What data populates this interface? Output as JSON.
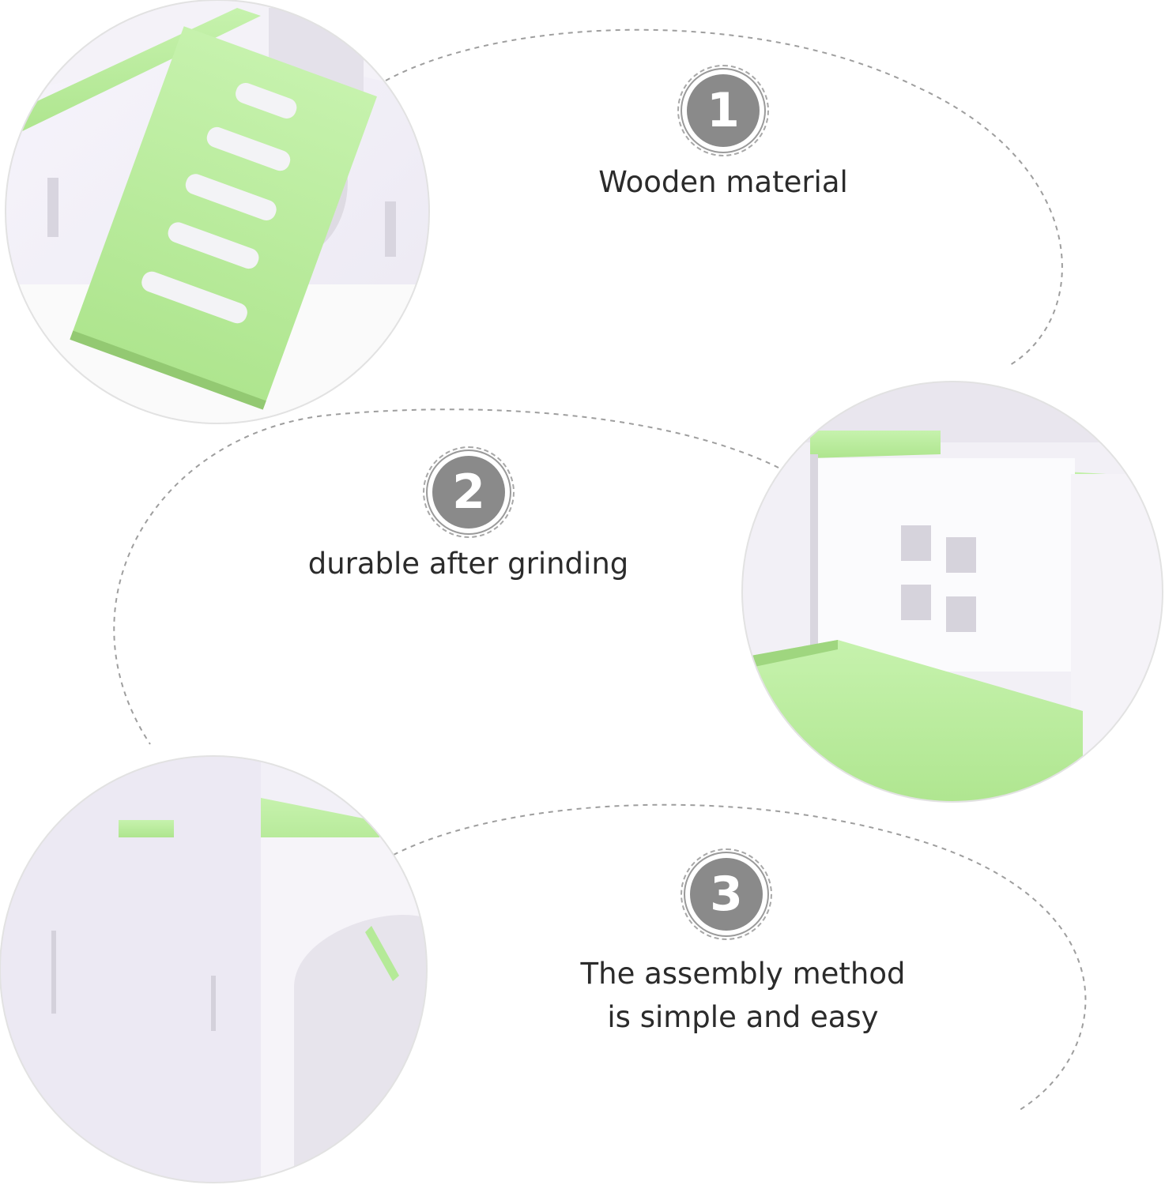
{
  "features": [
    {
      "number": "1",
      "caption": "Wooden material"
    },
    {
      "number": "2",
      "caption": "durable after grinding"
    },
    {
      "number": "3",
      "caption_line1": "The assembly method",
      "caption_line2": "is simple and easy"
    }
  ],
  "colors": {
    "accent_green": "#b9ef9e",
    "badge_gray": "#8a8a8a",
    "text": "#2b2b2b",
    "dash": "#9e9e9e"
  }
}
